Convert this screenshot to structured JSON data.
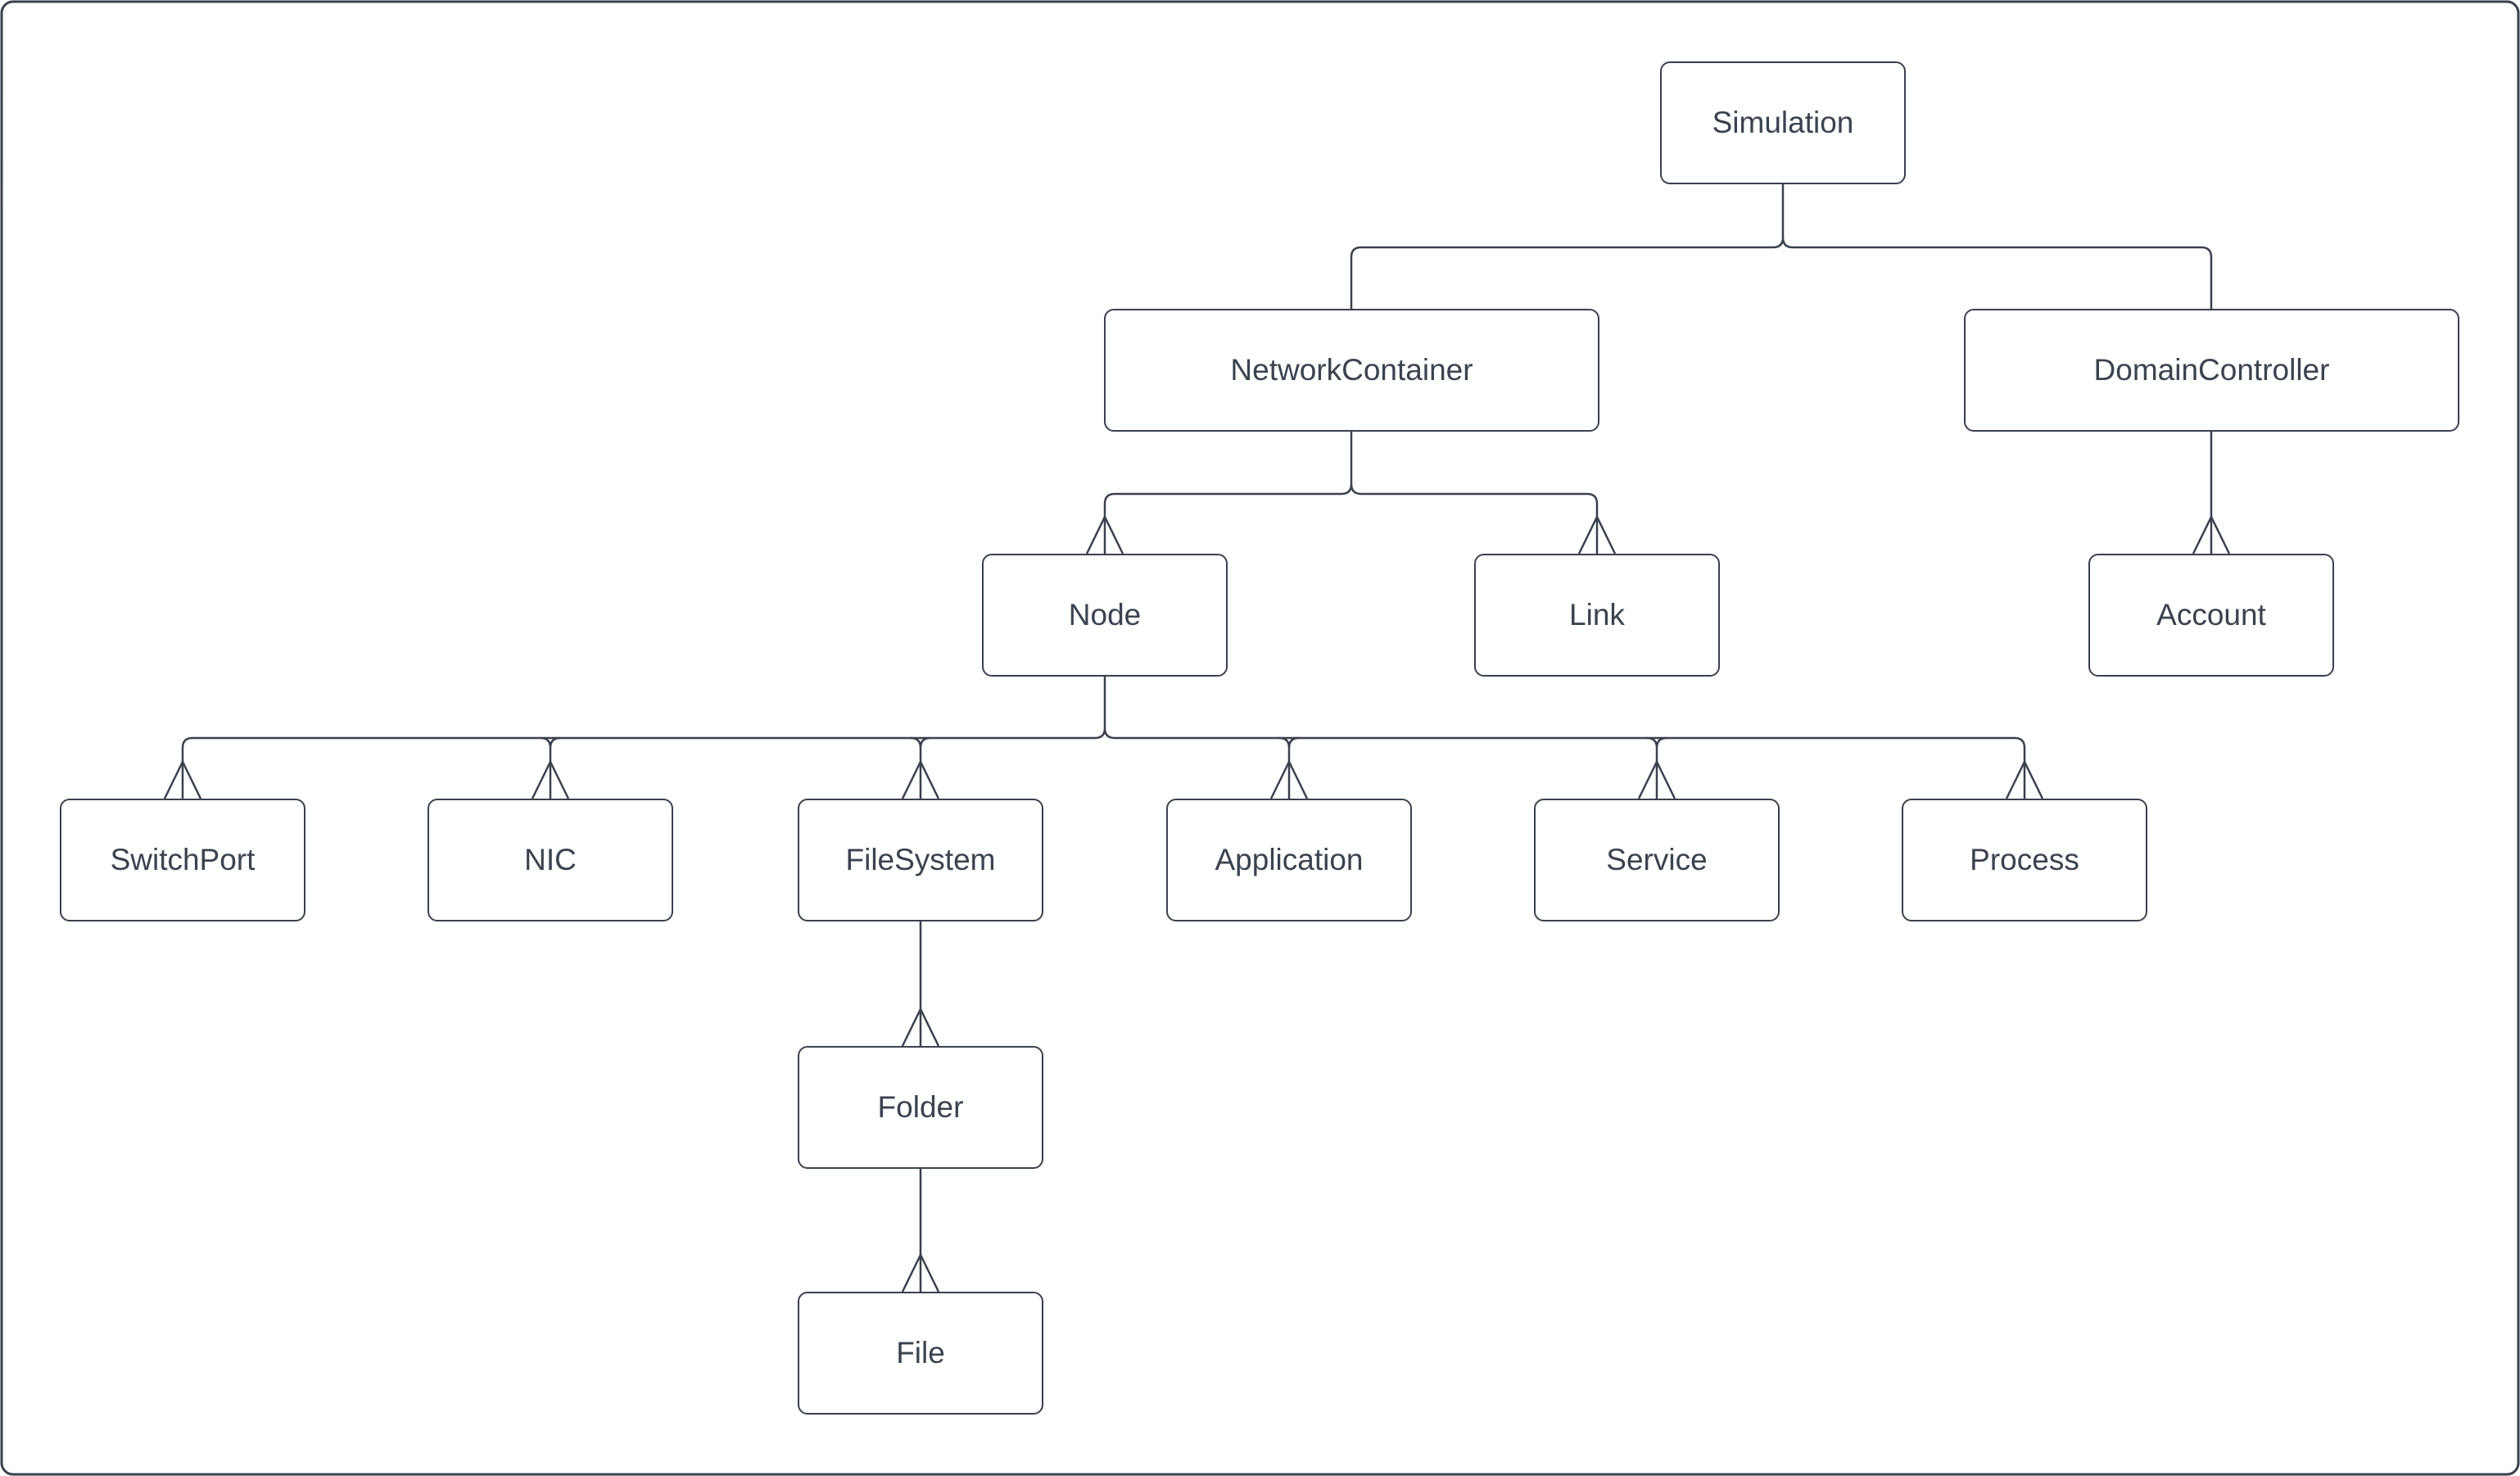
{
  "diagram": {
    "type": "hierarchy-tree",
    "background_color": "#ffffff",
    "line_color": "#39414f",
    "text_color": "#3a4350",
    "box_fill": "#ffffff",
    "nodes": {
      "simulation": {
        "label": "Simulation"
      },
      "network_container": {
        "label": "NetworkContainer"
      },
      "domain_controller": {
        "label": "DomainController"
      },
      "node": {
        "label": "Node"
      },
      "link": {
        "label": "Link"
      },
      "account": {
        "label": "Account"
      },
      "switch_port": {
        "label": "SwitchPort"
      },
      "nic": {
        "label": "NIC"
      },
      "file_system": {
        "label": "FileSystem"
      },
      "application": {
        "label": "Application"
      },
      "service": {
        "label": "Service"
      },
      "process": {
        "label": "Process"
      },
      "folder": {
        "label": "Folder"
      },
      "file": {
        "label": "File"
      }
    },
    "edges": [
      {
        "from": "Simulation",
        "to": "NetworkContainer",
        "arrowhead": "none"
      },
      {
        "from": "Simulation",
        "to": "DomainController",
        "arrowhead": "none"
      },
      {
        "from": "NetworkContainer",
        "to": "Node",
        "arrowhead": "open-arrow-at-child"
      },
      {
        "from": "NetworkContainer",
        "to": "Link",
        "arrowhead": "open-arrow-at-child"
      },
      {
        "from": "DomainController",
        "to": "Account",
        "arrowhead": "open-arrow-at-child"
      },
      {
        "from": "Node",
        "to": "SwitchPort",
        "arrowhead": "open-arrow-at-child"
      },
      {
        "from": "Node",
        "to": "NIC",
        "arrowhead": "open-arrow-at-child"
      },
      {
        "from": "Node",
        "to": "FileSystem",
        "arrowhead": "open-arrow-at-child"
      },
      {
        "from": "Node",
        "to": "Application",
        "arrowhead": "open-arrow-at-child"
      },
      {
        "from": "Node",
        "to": "Service",
        "arrowhead": "open-arrow-at-child"
      },
      {
        "from": "Node",
        "to": "Process",
        "arrowhead": "open-arrow-at-child"
      },
      {
        "from": "FileSystem",
        "to": "Folder",
        "arrowhead": "open-arrow-at-child"
      },
      {
        "from": "Folder",
        "to": "File",
        "arrowhead": "open-arrow-at-child"
      }
    ]
  }
}
